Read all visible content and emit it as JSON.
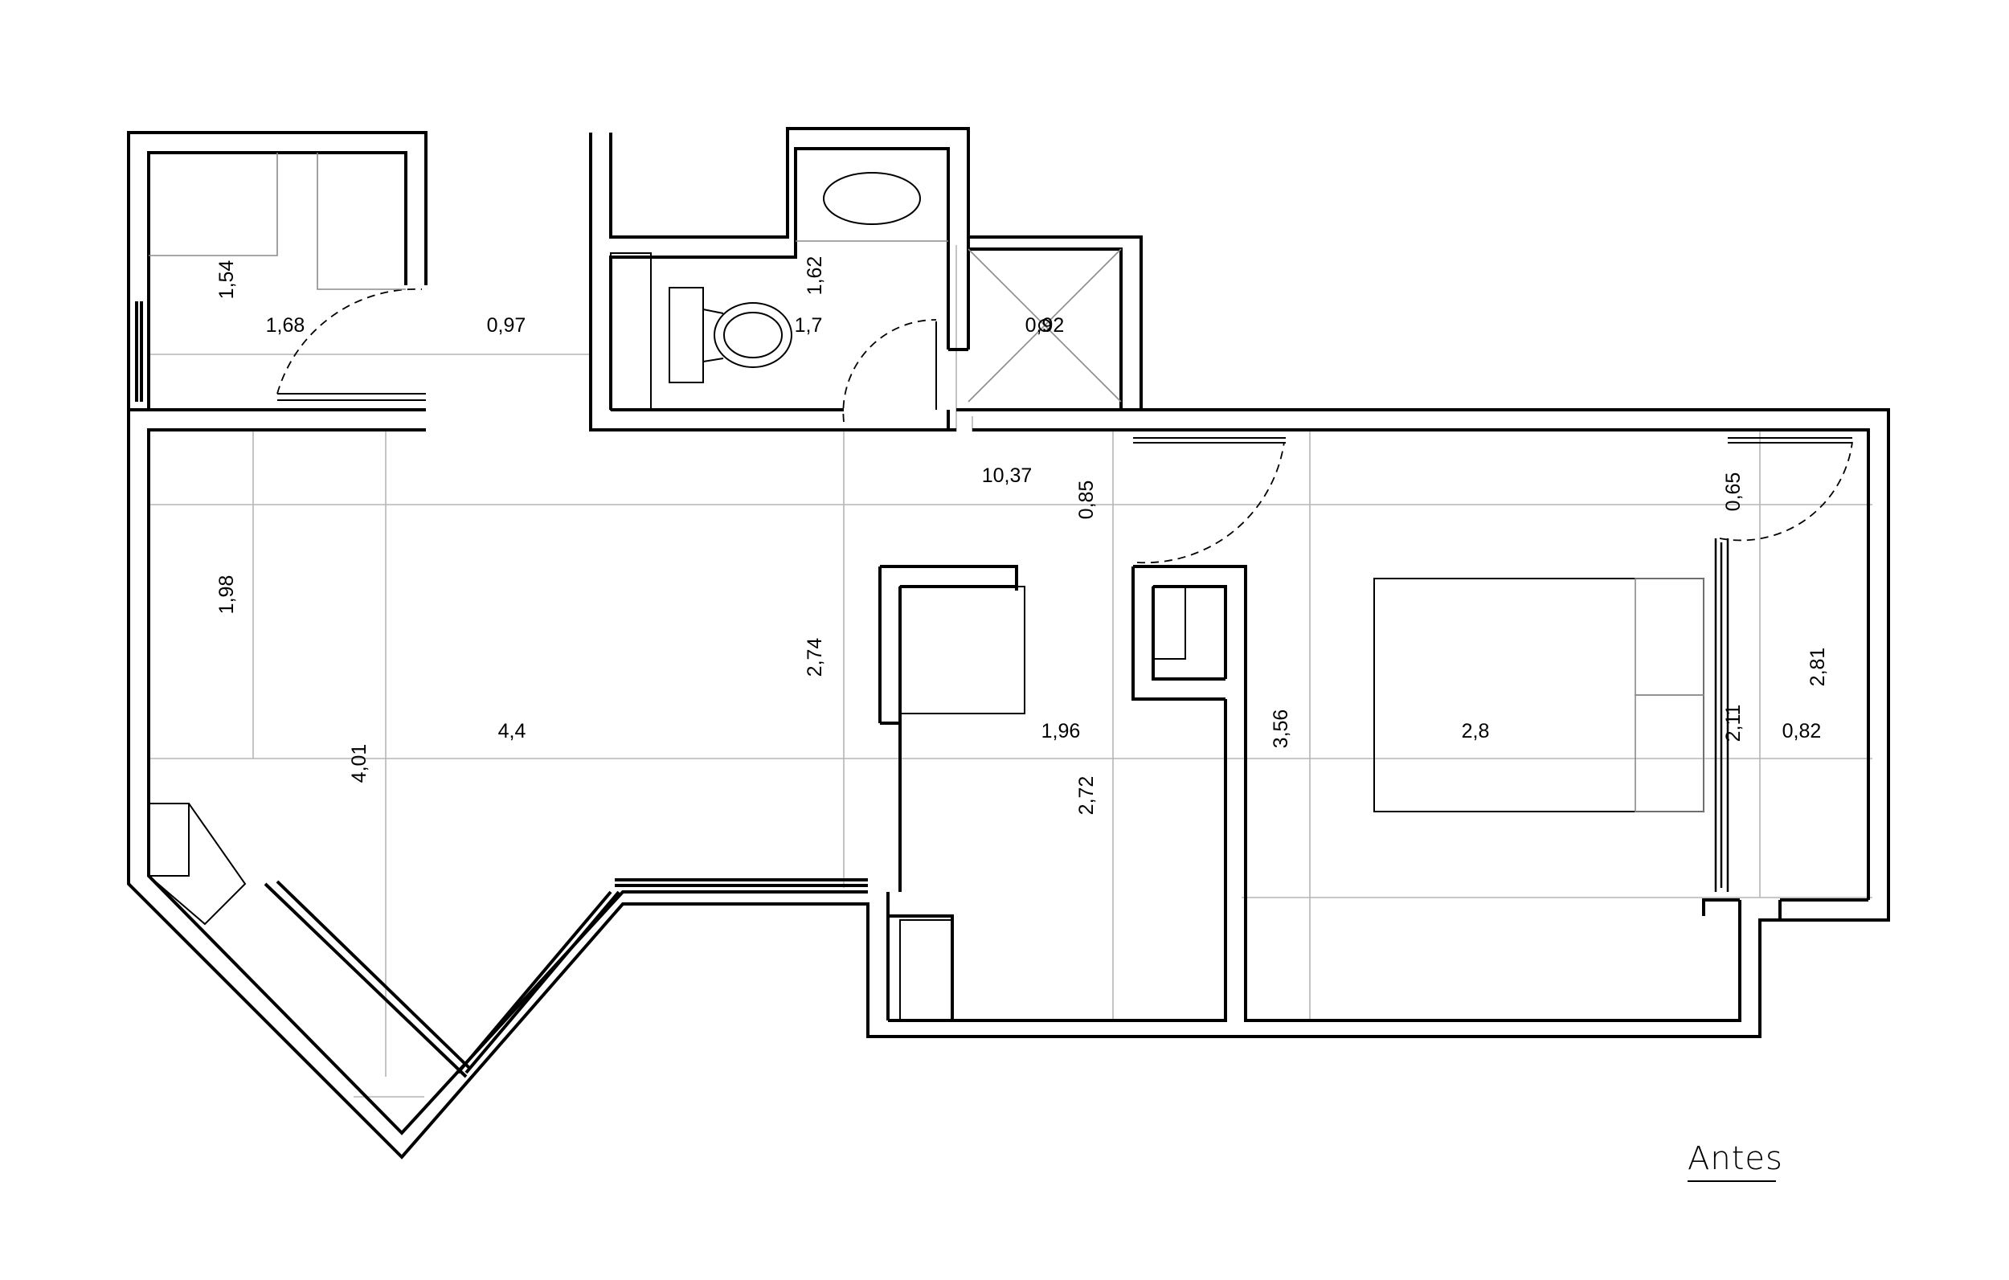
{
  "dimensions": {
    "storage_depth": "1,54",
    "storage_width": "1,68",
    "hall_gap": "0,97",
    "bath_height": "1,62",
    "bath_width": "1,7",
    "shower_width": "0,92",
    "corridor_length": "10,37",
    "bedroom_door": "0,85",
    "balcony_door": "0,65",
    "living_depth": "1,98",
    "living_width": "4,4",
    "living_diagonal": "4,01",
    "kitchen_height": "2,74",
    "room_width": "1,96",
    "room_height": "2,72",
    "bedroom_height": "3,56",
    "bedroom_width": "2,8",
    "closet_height": "2,11",
    "balcony_height": "2,81",
    "balcony_width": "0,82"
  },
  "legend": {
    "title": "Antes"
  }
}
